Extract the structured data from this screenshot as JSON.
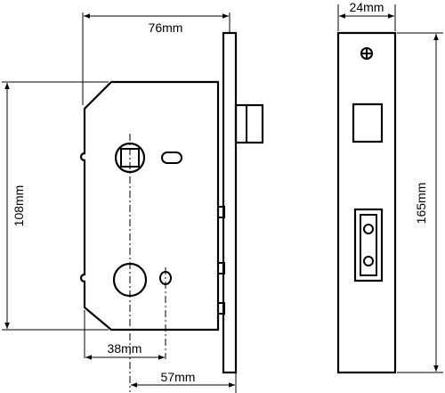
{
  "dimensions": {
    "case_width": "76mm",
    "case_height": "108mm",
    "backset_follower": "38mm",
    "backset_keyhole": "57mm",
    "faceplate_width": "24mm",
    "faceplate_height": "165mm"
  },
  "colors": {
    "line": "#000000",
    "background": "#ffffff"
  }
}
